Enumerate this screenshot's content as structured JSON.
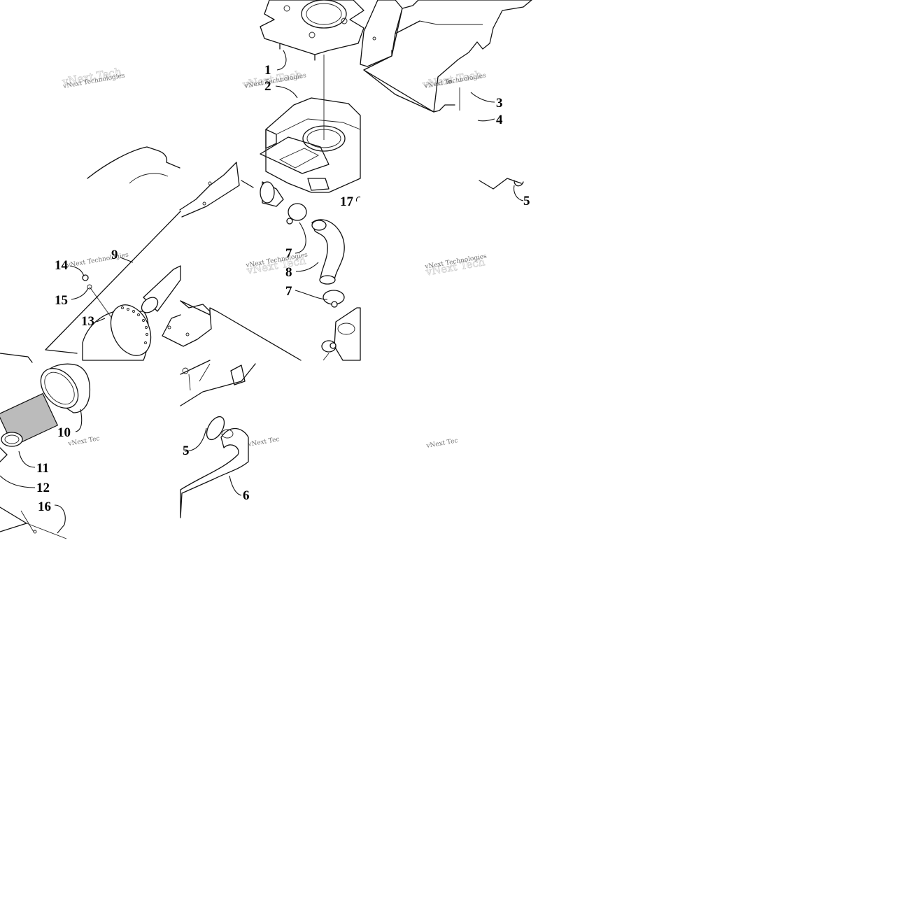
{
  "diagram": {
    "callouts": [
      {
        "id": "c1",
        "label": "1"
      },
      {
        "id": "c2",
        "label": "2"
      },
      {
        "id": "c3",
        "label": "3"
      },
      {
        "id": "c4",
        "label": "4"
      },
      {
        "id": "c5a",
        "label": "5"
      },
      {
        "id": "c5b",
        "label": "5"
      },
      {
        "id": "c6",
        "label": "6"
      },
      {
        "id": "c7a",
        "label": "7"
      },
      {
        "id": "c7b",
        "label": "7"
      },
      {
        "id": "c8",
        "label": "8"
      },
      {
        "id": "c9",
        "label": "9"
      },
      {
        "id": "c10",
        "label": "10"
      },
      {
        "id": "c11",
        "label": "11"
      },
      {
        "id": "c12",
        "label": "12"
      },
      {
        "id": "c13",
        "label": "13"
      },
      {
        "id": "c14",
        "label": "14"
      },
      {
        "id": "c15",
        "label": "15"
      },
      {
        "id": "c16",
        "label": "16"
      },
      {
        "id": "c17",
        "label": "17"
      }
    ],
    "watermark_text": "vNext Technologies"
  }
}
